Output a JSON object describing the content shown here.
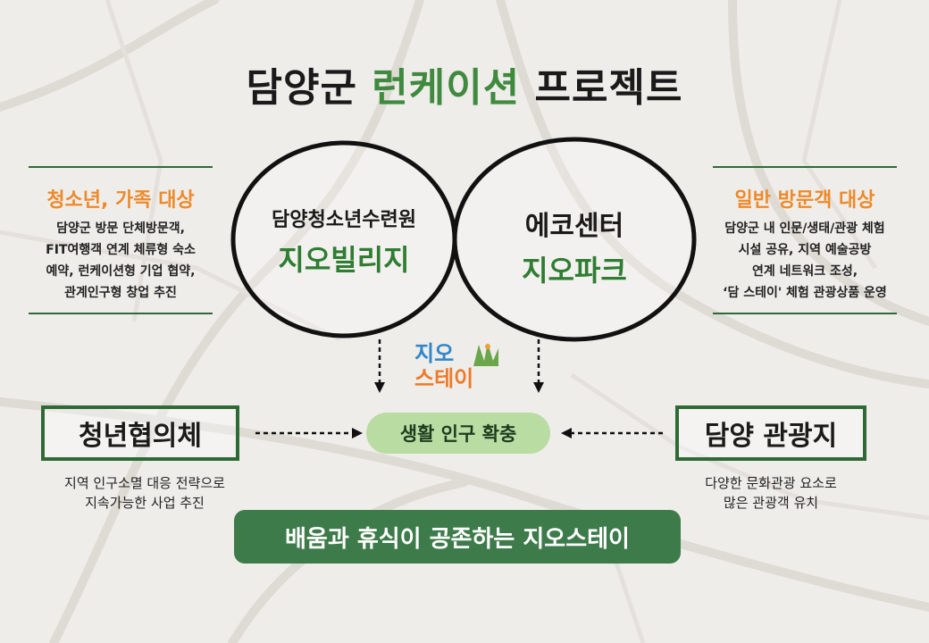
{
  "title": {
    "part1": "담양군",
    "accent": "런케이션",
    "part2": "프로젝트"
  },
  "left_panel": {
    "heading": "청소년, 가족 대상",
    "lines": [
      "담양군 방문 단체방문객,",
      "FIT여행객 연계 체류형 숙소",
      "예약, 런케이션형 기업 협약,",
      "관계인구형 창업 추진"
    ]
  },
  "right_panel": {
    "heading": "일반 방문객 대상",
    "lines": [
      "담양군 내 인문/생태/관광 체험",
      "시설 공유, 지역 예술공방",
      "연계 네트워크 조성,",
      "‘담 스테이' 체험 관광상품 운영"
    ]
  },
  "circle_left": {
    "subtitle": "담양청소년수련원",
    "name": "지오빌리지"
  },
  "circle_right": {
    "subtitle": "에코센터",
    "name": "지오파크"
  },
  "logo": {
    "line1": "지오",
    "line2": "스테이"
  },
  "center_pill": "생활 인구 확충",
  "left_box": {
    "label": "청년협의체",
    "note": [
      "지역 인구소멸 대응 전략으로",
      "지속가능한 사업 추진"
    ]
  },
  "right_box": {
    "label": "담양 관광지",
    "note": [
      "다양한 문화관광 요소로",
      "많은 관광객 유치"
    ]
  },
  "bottom_banner": "배움과 휴식이 공존하는 지오스테이",
  "colors": {
    "green_dark": "#2f6a36",
    "green_text": "#2e7d32",
    "orange": "#ee8a2a",
    "pill_light": "#b9dca2",
    "banner": "#3d7b4a"
  }
}
